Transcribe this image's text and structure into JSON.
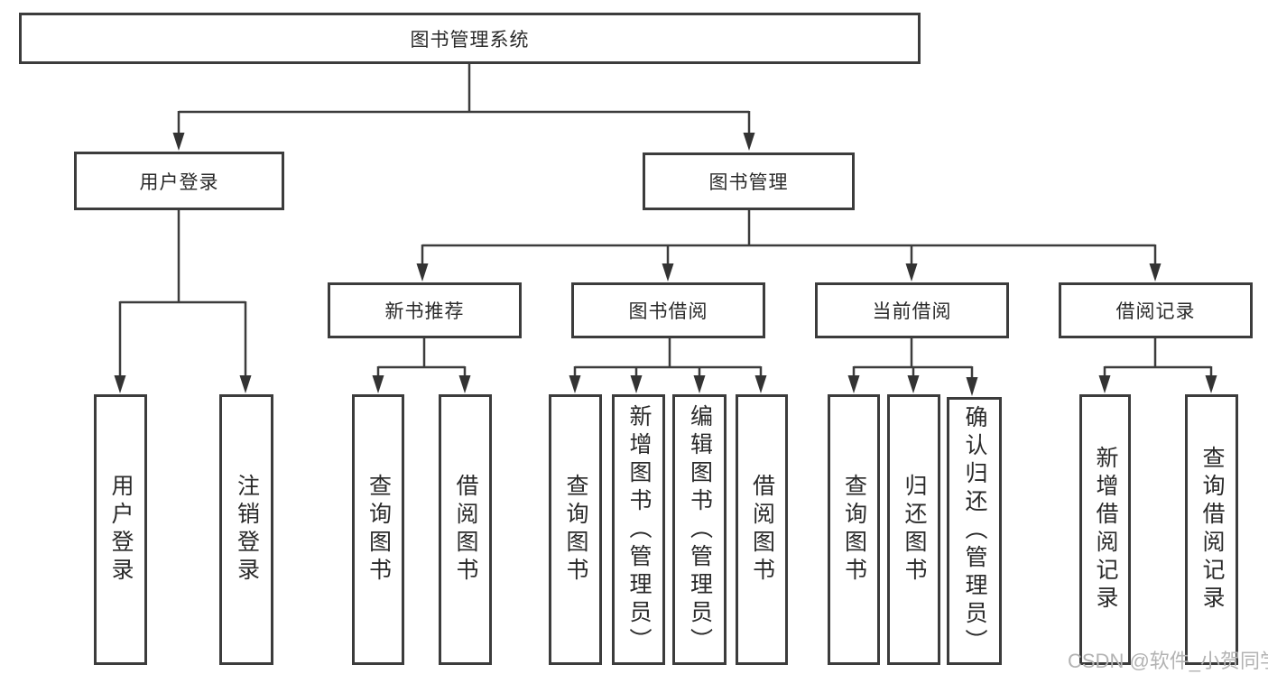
{
  "diagram": {
    "tree": {
      "label": "图书管理系统",
      "children": [
        {
          "label": "用户登录",
          "children": [
            {
              "label": "用户登录"
            },
            {
              "label": "注销登录"
            }
          ]
        },
        {
          "label": "图书管理",
          "children": [
            {
              "label": "新书推荐",
              "children": [
                {
                  "label": "查询图书"
                },
                {
                  "label": "借阅图书"
                }
              ]
            },
            {
              "label": "图书借阅",
              "children": [
                {
                  "label": "查询图书"
                },
                {
                  "label": "新增图书（管理员）"
                },
                {
                  "label": "编辑图书（管理员）"
                },
                {
                  "label": "借阅图书"
                }
              ]
            },
            {
              "label": "当前借阅",
              "children": [
                {
                  "label": "查询图书"
                },
                {
                  "label": "归还图书"
                },
                {
                  "label": "确认归还（管理员）"
                }
              ]
            },
            {
              "label": "借阅记录",
              "children": [
                {
                  "label": "新增借阅记录"
                },
                {
                  "label": "查询借阅记录"
                }
              ]
            }
          ]
        }
      ]
    },
    "colors": {
      "line": "#3c3c3c",
      "text": "#2a2a2a",
      "background": "#ffffff",
      "watermark": "#b3b3b3"
    }
  },
  "watermark": {
    "text": "CSDN @软件_小贺同学"
  }
}
